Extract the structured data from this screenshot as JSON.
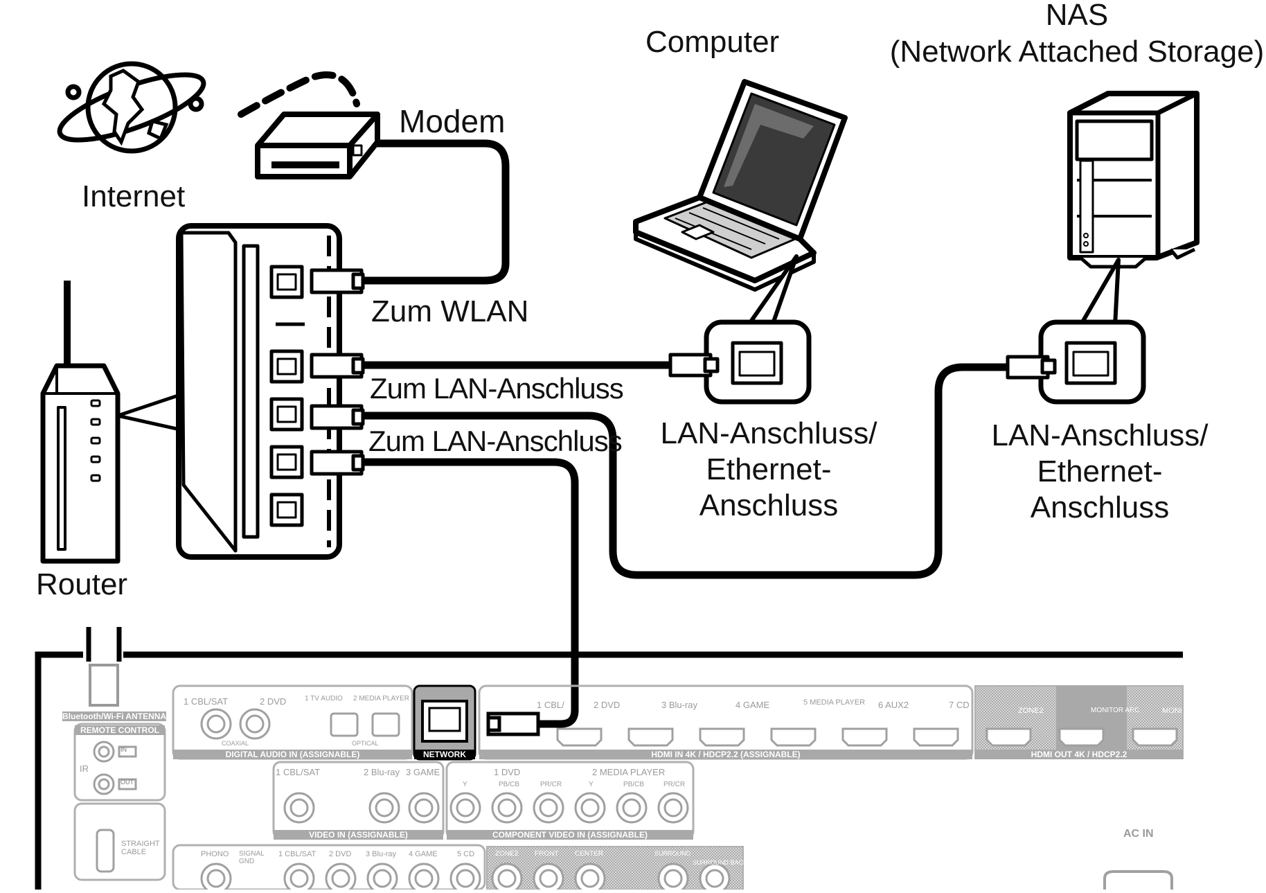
{
  "labels": {
    "nas_line1": "NAS",
    "nas_line2": "(Network Attached Storage)",
    "computer": "Computer",
    "modem": "Modem",
    "internet": "Internet",
    "router": "Router",
    "zum_wlan": "Zum WLAN",
    "zum_lan_1": "Zum LAN-Anschluss",
    "zum_lan_2": "Zum LAN-Anschluss",
    "lan_computer": [
      "LAN-Anschluss/",
      "Ethernet-",
      "Anschluss"
    ],
    "lan_nas": [
      "LAN-Anschluss/",
      "Ethernet-",
      "Anschluss"
    ]
  },
  "receiver_panel": {
    "bluetooth_antenna": "Bluetooth/Wi-Fi ANTENNA",
    "remote_control": "REMOTE CONTROL",
    "ir": "IR",
    "ir_in": "IN",
    "ir_out": "OUT",
    "straight_cable": "STRAIGHT CABLE",
    "digital_audio_bar": "DIGITAL AUDIO  IN  (ASSIGNABLE)",
    "network": "NETWORK",
    "hdmi_in_bar": "HDMI  IN  4K / HDCP2.2  (ASSIGNABLE)",
    "hdmi_out_bar": "HDMI  OUT  4K / HDCP2.2",
    "video_bar": "VIDEO  IN  (ASSIGNABLE)",
    "component_bar": "COMPONENT VIDEO  IN  (ASSIGNABLE)",
    "ac_in": "AC IN",
    "coaxial": "COAXIAL",
    "optical": "OPTICAL",
    "digital_inputs": [
      "1 CBL/SAT",
      "2 DVD",
      "1 TV AUDIO",
      "2 MEDIA PLAYER"
    ],
    "hdmi_inputs": [
      "1 CBL/",
      "2 DVD",
      "3 Blu-ray",
      "4 GAME",
      "5 MEDIA PLAYER",
      "6 AUX2",
      "7 CD"
    ],
    "hdmi_outputs": [
      "ZONE2",
      "MONITOR ARC",
      "MONI"
    ],
    "video_inputs": [
      "1 CBL/SAT",
      "2 Blu-ray",
      "3 GAME"
    ],
    "component_groups": [
      "1 DVD",
      "2 MEDIA PLAYER"
    ],
    "component_channels": [
      "Y",
      "PB/CB",
      "PR/CR",
      "Y",
      "PB/CB",
      "PR/CR"
    ],
    "audio_labels": [
      "PHONO",
      "SIGNAL GND",
      "1 CBL/SAT",
      "2 DVD",
      "3 Blu-ray",
      "4 GAME",
      "5 CD",
      "ZONE2",
      "FRONT",
      "CENTER",
      "SURROUND",
      "SURROUND BACK"
    ]
  }
}
